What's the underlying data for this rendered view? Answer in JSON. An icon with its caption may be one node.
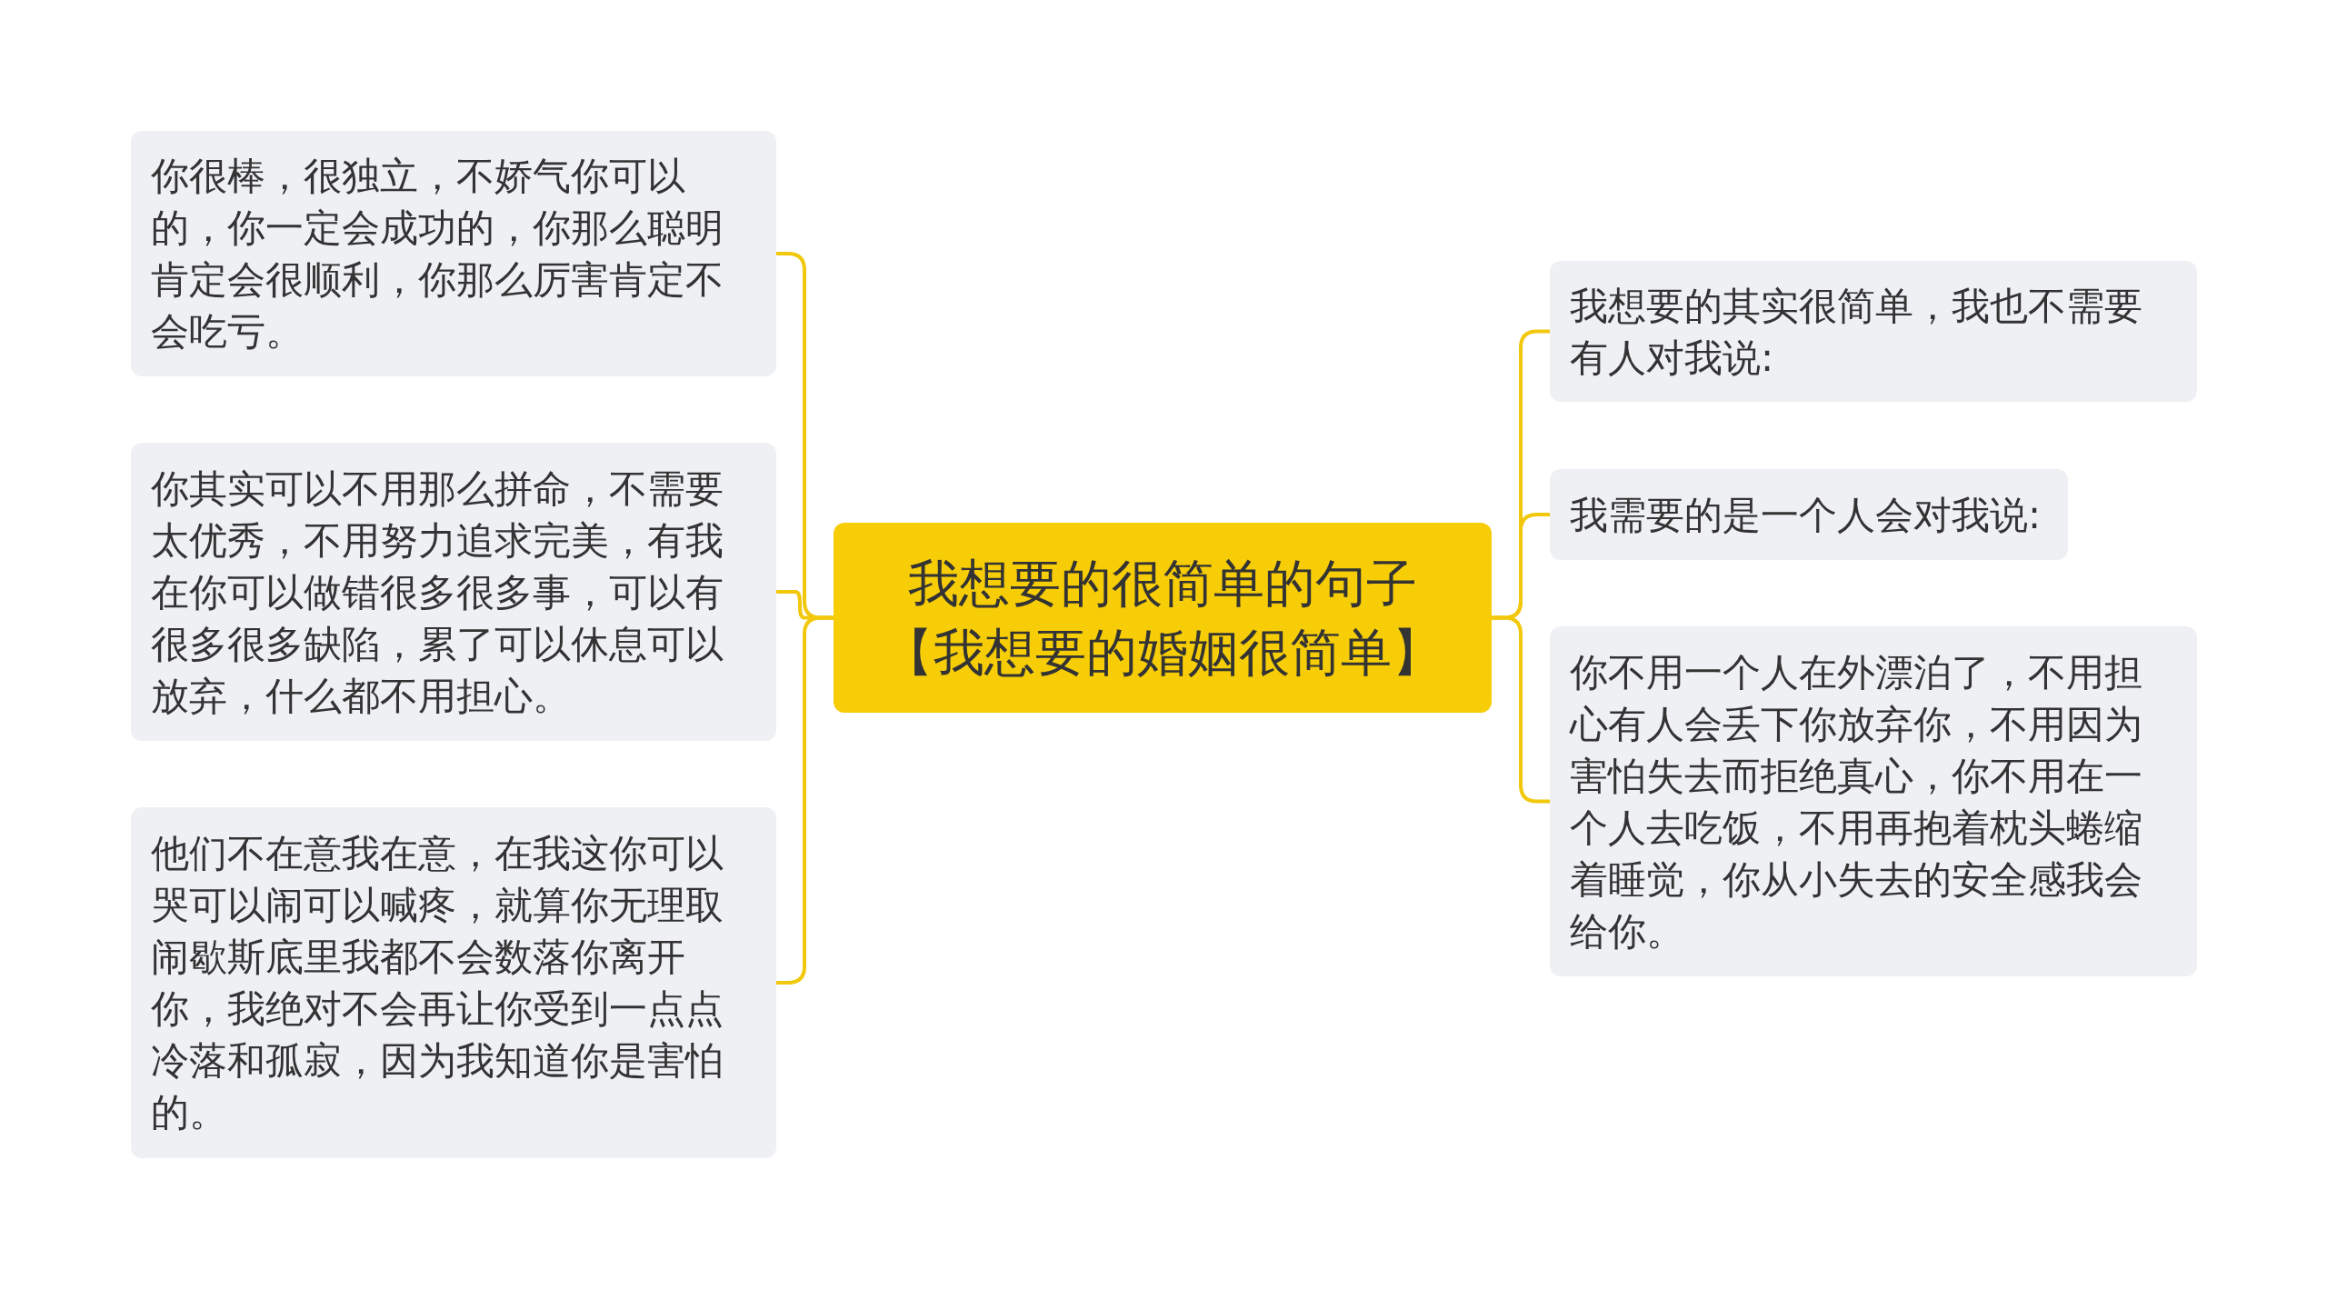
{
  "diagram": {
    "nodes": [
      {
        "text": [
          "我想要的很简单的句子【我想要的婚姻很简单】"
        ]
      },
      {
        "text": [
          "你很棒，很独立，不娇气你可以的，你一定会成功的，你那么聪明肯定会很顺利，你那么厉害肯定不会吃亏。"
        ]
      },
      {
        "text": [
          "你其实可以不用那么拼命，不需要太优秀，不用努力追求完美，有我在你可以做错很多很多事，可以有很多很多缺陷，累了可以休息可以放弃，什么都不用担心。"
        ]
      },
      {
        "text": [
          "他们不在意我在意，在我这你可以哭可以闹可以喊疼，就算你无理取闹歇斯底里我都不会数落你离开你，我绝对不会再让你受到一点点冷落和孤寂，因为我知道你是害怕的。"
        ]
      },
      {
        "text": [
          "我想要的其实很简单，我也不需要有人对我说:"
        ]
      },
      {
        "text": [
          "我需要的是一个人会对我说:"
        ]
      },
      {
        "text": [
          "你不用一个人在外漂泊了，不用担心有人会丢下你放弃你，不用因为害怕失去而拒绝真心，你不用在一个人去吃饭，不用再抱着枕头蜷缩着睡觉，你从小失去的安全感我会给你。"
        ]
      }
    ],
    "edges": [
      {
        "from": 0,
        "to": 1,
        "arrow": "none"
      },
      {
        "from": 0,
        "to": 2,
        "arrow": "none"
      },
      {
        "from": 0,
        "to": 3,
        "arrow": "none"
      },
      {
        "from": 0,
        "to": 4,
        "arrow": "none"
      },
      {
        "from": 0,
        "to": 5,
        "arrow": "none"
      },
      {
        "from": 0,
        "to": 6,
        "arrow": "none"
      }
    ]
  }
}
